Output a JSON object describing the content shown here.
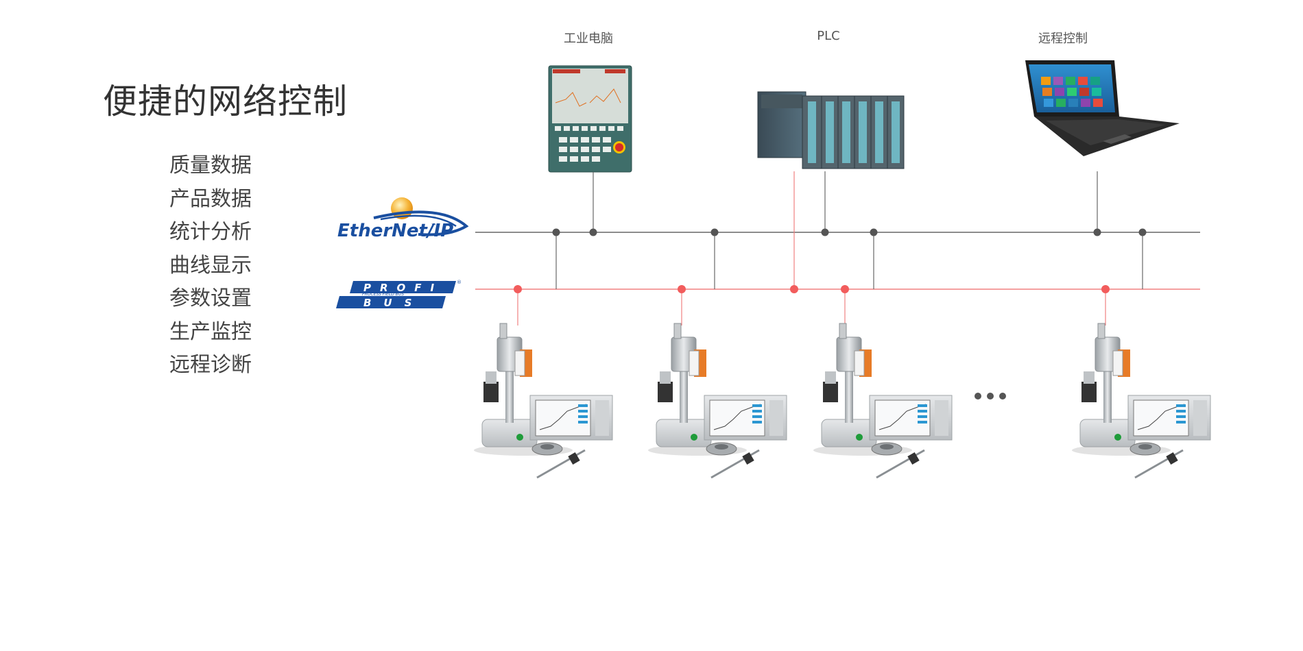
{
  "title": "便捷的网络控制",
  "features": [
    "质量数据",
    "产品数据",
    "统计分析",
    "曲线显示",
    "参数设置",
    "生产监控",
    "远程诊断"
  ],
  "devices": {
    "ipc_label": "工业电脑",
    "plc_label": "PLC",
    "remote_label": "远程控制"
  },
  "networks": {
    "ethernet_logo": "EtherNet/IP",
    "ethernet_tm": "™",
    "profibus_top": "PROFI",
    "profibus_bottom": "BUS",
    "profibus_tagline": "PROCESS FIELD BUS",
    "profibus_reg": "®"
  },
  "colors": {
    "ethernet_bus": "#666666",
    "profibus_bus": "#f08080",
    "profibus_node": "#f25c5c",
    "ethernet_node": "#555555",
    "profibus_blue": "#1a4fa0",
    "ethernet_blue": "#1a4fa0"
  }
}
